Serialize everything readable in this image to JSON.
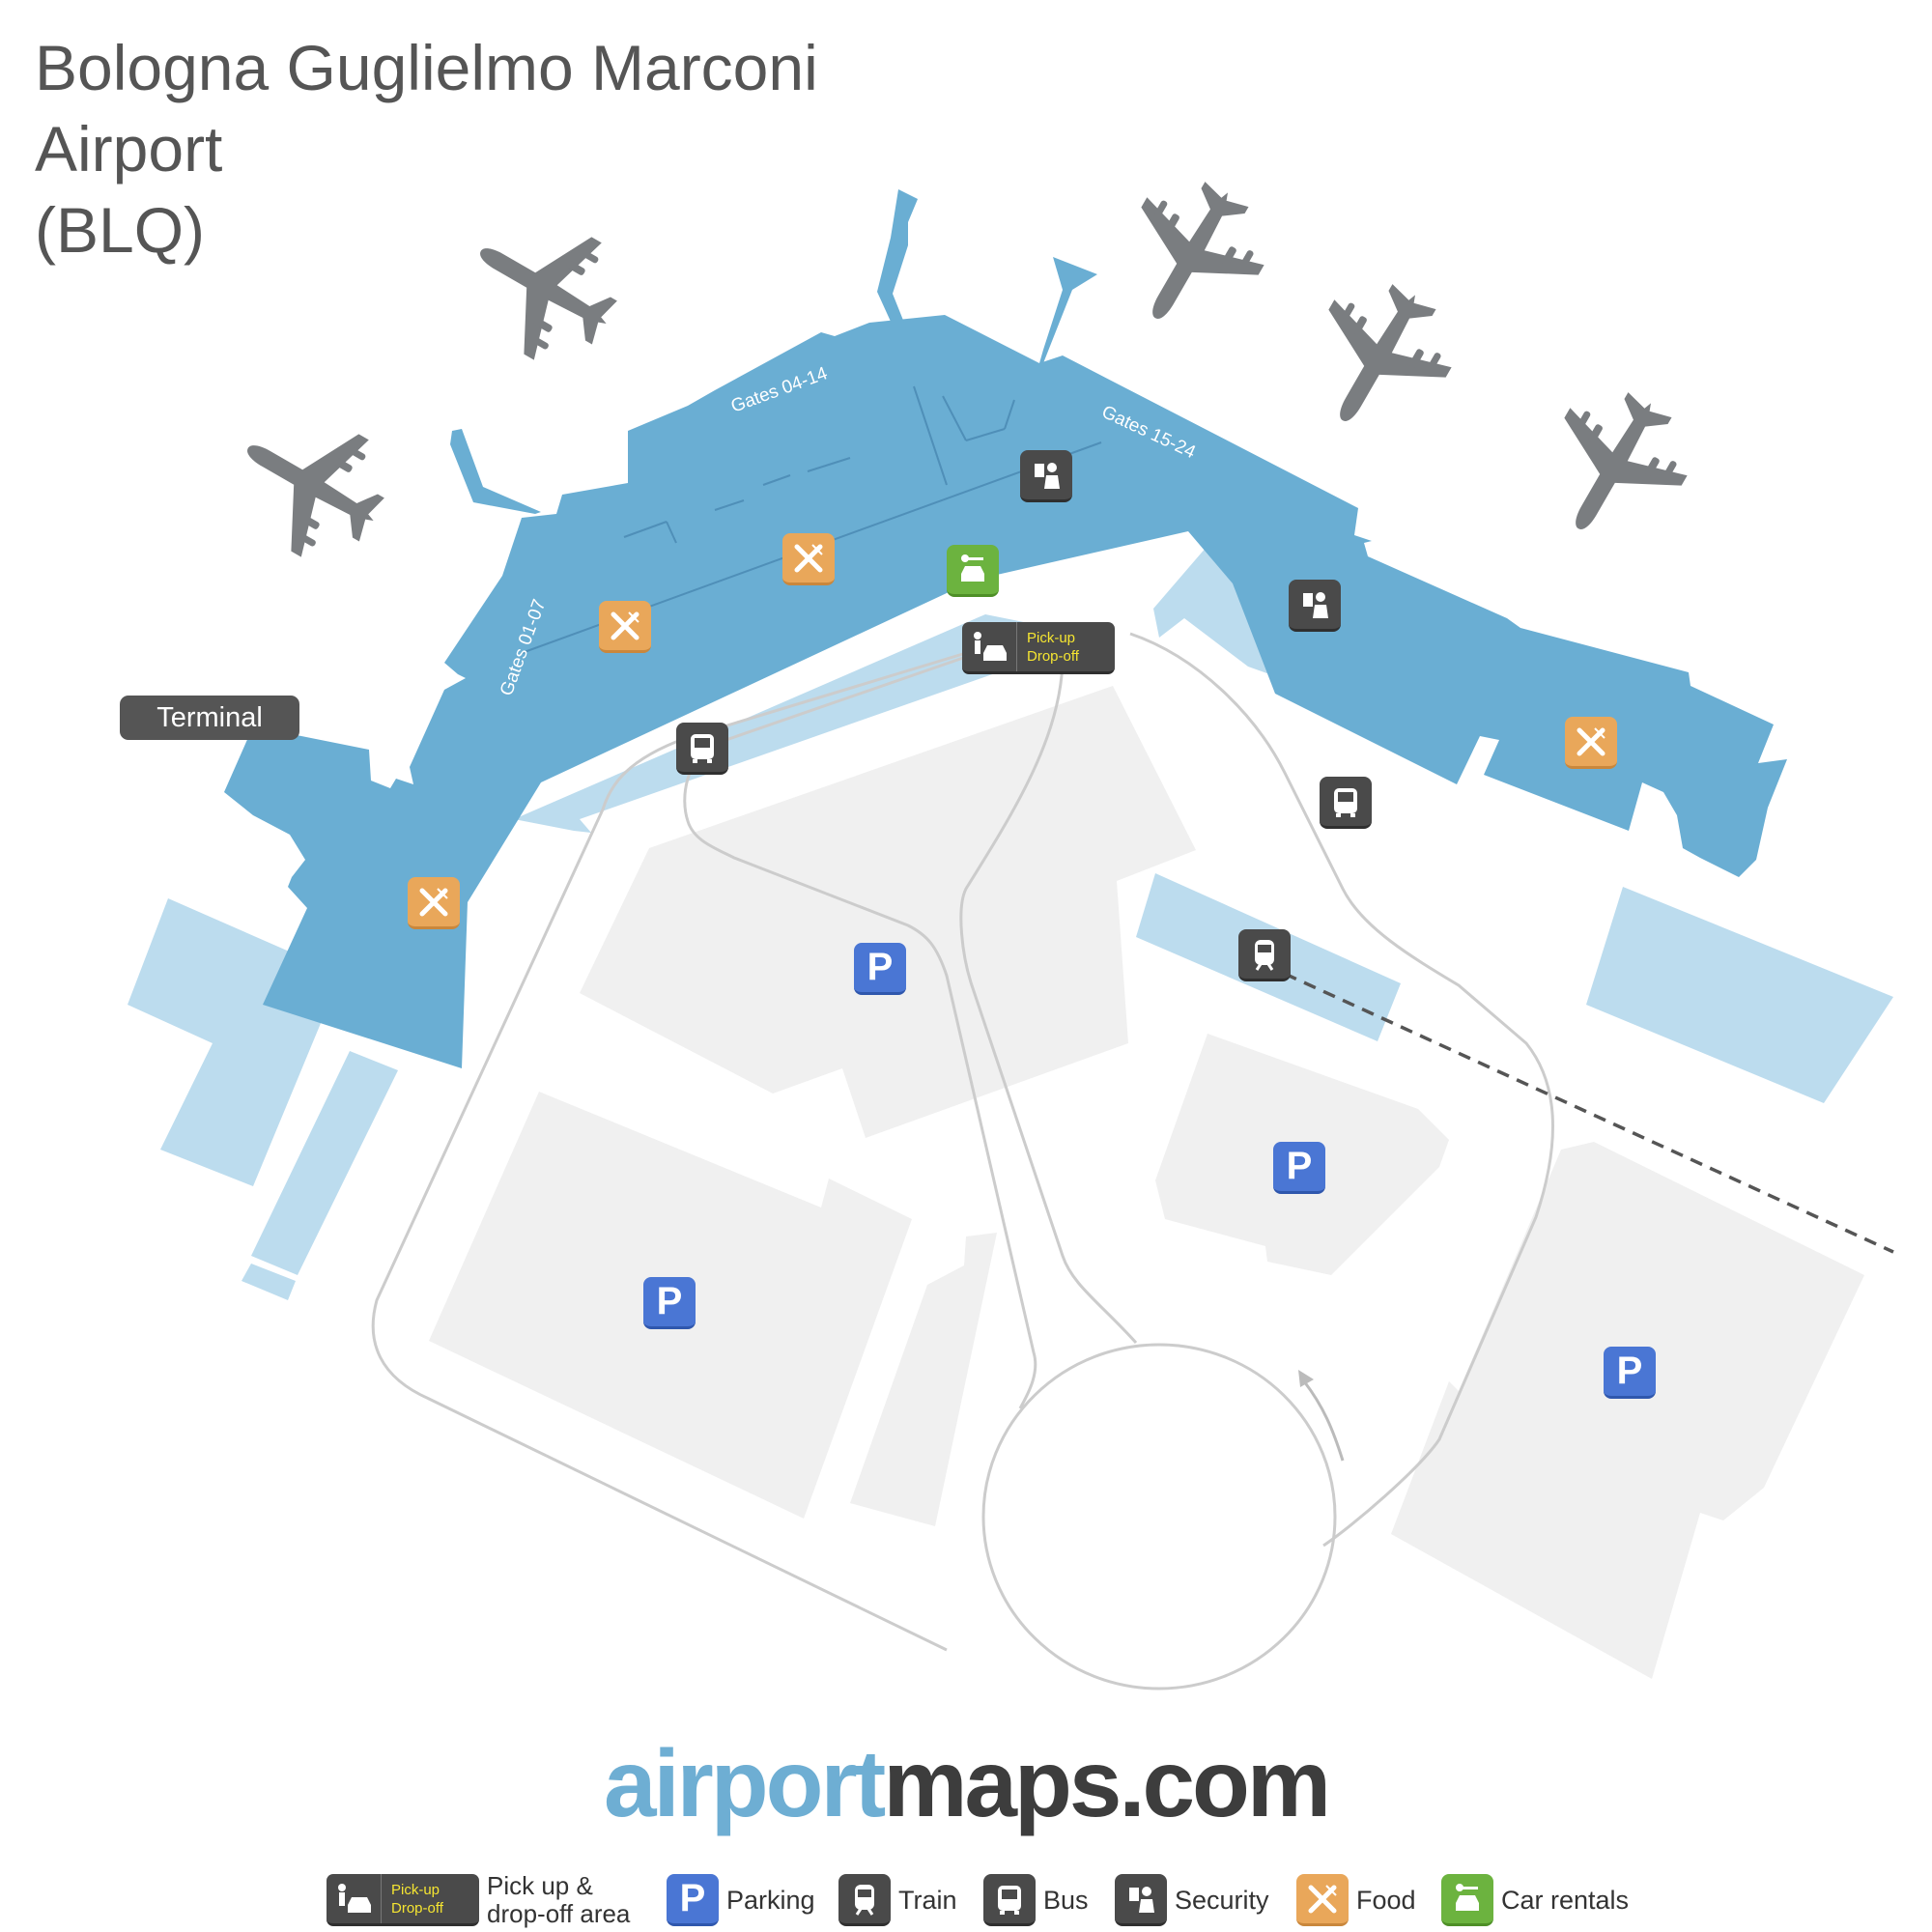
{
  "map": {
    "title_lines": [
      "Bologna Guglielmo Marconi",
      "Airport",
      "(BLQ)"
    ],
    "terminal_label": "Terminal",
    "gate_labels": [
      "Gates 04-14",
      "Gates 15-24",
      "Gates 01-07"
    ],
    "pickup_sign": [
      "Pick-up",
      "Drop-off"
    ],
    "parking_letter": "P",
    "colors": {
      "terminal": "#6aaed3",
      "light_area": "#bcdcee",
      "parking_area": "#f0f0f0",
      "road": "#cccccc",
      "plane": "#7a7d80",
      "food": "#e9a75a",
      "car_rental": "#6cb33f",
      "parking": "#4a76d4",
      "dark_icon": "#4a4a4a"
    }
  },
  "brand": {
    "part1": "airport",
    "part2": "maps.com"
  },
  "legend": {
    "pickup_sign": [
      "Pick-up",
      "Drop-off"
    ],
    "pickup_lines": [
      "Pick up &",
      "drop-off area"
    ],
    "parking": "Parking",
    "train": "Train",
    "bus": "Bus",
    "security": "Security",
    "food": "Food",
    "car_rentals": "Car rentals"
  },
  "icons": [
    "plane-icon",
    "food-icon",
    "security-icon",
    "car-rental-icon",
    "bus-icon",
    "train-icon",
    "parking-icon",
    "pickup-dropoff-icon"
  ]
}
